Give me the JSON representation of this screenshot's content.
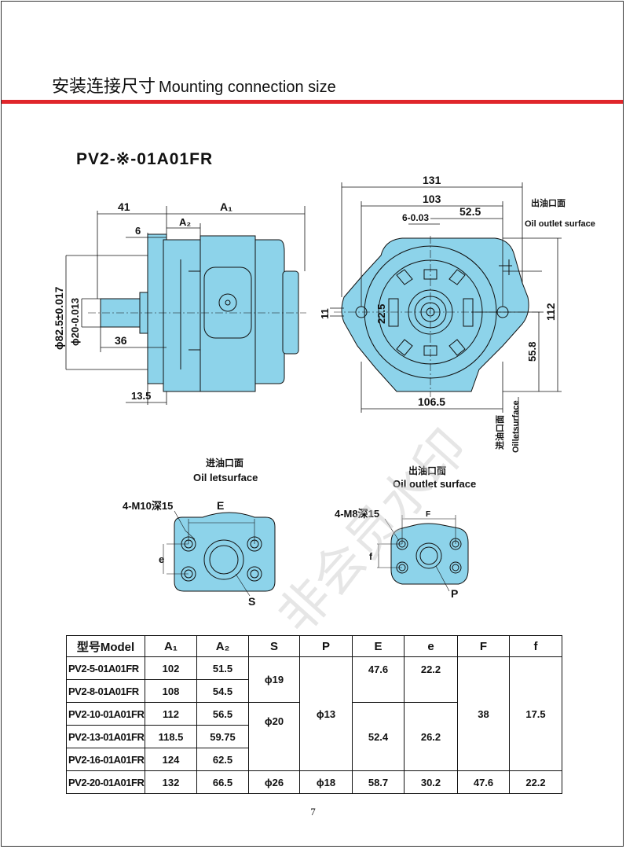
{
  "header": {
    "title_cn": "安装连接尺寸",
    "title_en": "Mounting connection size"
  },
  "model_title": "PV2-※-01A01FR",
  "side_view": {
    "dim_41": "41",
    "dim_a1": "A₁",
    "dim_a2": "A₂",
    "dim_6": "6",
    "dim_825": "ϕ82.5±0.017",
    "dim_20": "ϕ20-0.013",
    "dim_36": "36",
    "dim_135": "13.5"
  },
  "front_view": {
    "dim_131": "131",
    "dim_103": "103",
    "dim_6_tol": "6-0.03",
    "dim_525": "52.5",
    "dim_11": "11",
    "dim_225": "22.5",
    "dim_112": "112",
    "dim_558": "55.8",
    "dim_1065": "106.5",
    "outlet_cn": "出油口面",
    "outlet_en": "Oil outlet surface",
    "inlet_cn": "进油口面",
    "inlet_en": "Oilletsurface"
  },
  "inlet_flange": {
    "title_cn": "进油口面",
    "title_en": "Oil letsurface",
    "bolt": "4-M10深15",
    "e_label": "E",
    "small_e": "e",
    "s_label": "S"
  },
  "outlet_flange": {
    "title_cn": "出油口面",
    "title_en": "Oil outlet surface",
    "bolt": "4-M8深15",
    "f_label": "F",
    "small_f": "f",
    "p_label": "P"
  },
  "watermark": "非会员水印",
  "table": {
    "headers": [
      "型号Model",
      "A₁",
      "A₂",
      "S",
      "P",
      "E",
      "e",
      "F",
      "f"
    ],
    "rows": [
      {
        "model": "PV2-5-01A01FR",
        "a1": "102",
        "a2": "51.5"
      },
      {
        "model": "PV2-8-01A01FR",
        "a1": "108",
        "a2": "54.5"
      },
      {
        "model": "PV2-10-01A01FR",
        "a1": "112",
        "a2": "56.5"
      },
      {
        "model": "PV2-13-01A01FR",
        "a1": "118.5",
        "a2": "59.75"
      },
      {
        "model": "PV2-16-01A01FR",
        "a1": "124",
        "a2": "62.5"
      }
    ],
    "s_group1": "ϕ19",
    "s_group2": "ϕ20",
    "p_group": "ϕ13",
    "e_group1": "47.6",
    "ee_group1": "22.2",
    "e_group2": "52.4",
    "ee_group2": "26.2",
    "f_group": "38",
    "ff_group": "17.5",
    "last_row": {
      "model": "PV2-20-01A01FR",
      "a1": "132",
      "a2": "66.5",
      "s": "ϕ26",
      "p": "ϕ18",
      "e": "58.7",
      "ee": "30.2",
      "f": "47.6",
      "ff": "22.2"
    }
  },
  "page_number": "7",
  "colors": {
    "accent_red": "#e0262b",
    "pump_blue": "#8dd3ea",
    "line": "#111111"
  }
}
